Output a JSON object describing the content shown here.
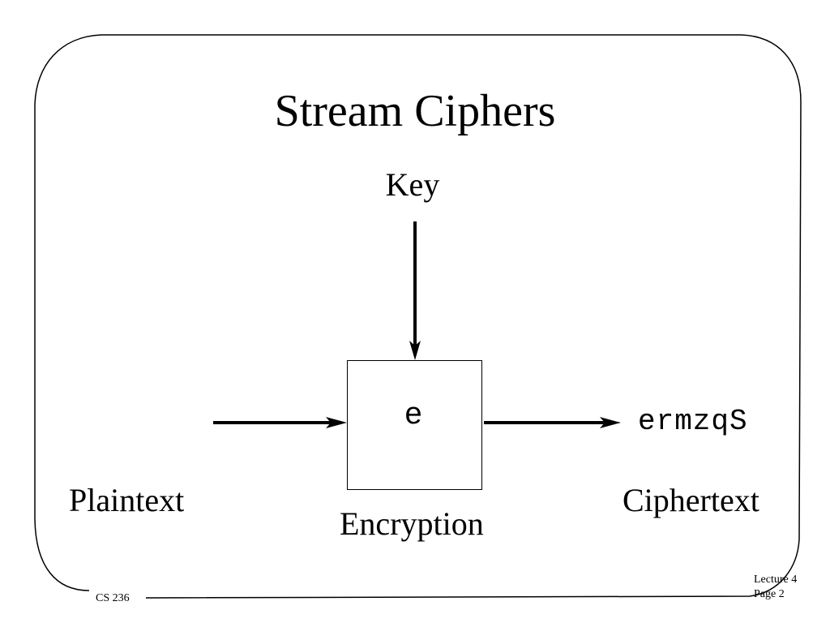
{
  "slide": {
    "title": "Stream Ciphers"
  },
  "diagram": {
    "key_label": "Key",
    "box_letter": "e",
    "ciphertext_sample": "ermzqS",
    "plaintext_label": "Plaintext",
    "encryption_label": "Encryption",
    "ciphertext_label": "Ciphertext"
  },
  "footer": {
    "course": "CS 236",
    "lecture": "Lecture 4",
    "page": "Page 2"
  }
}
